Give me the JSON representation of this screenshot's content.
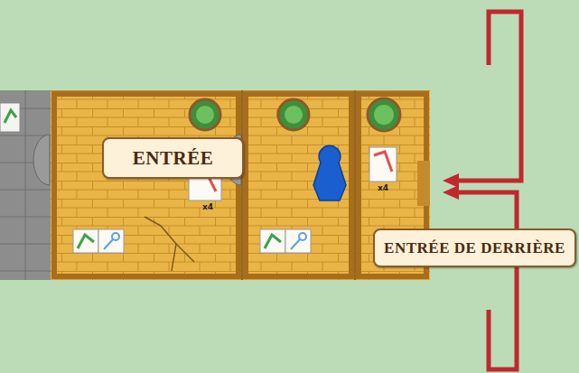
{
  "diagram": {
    "nodes": [
      {
        "text": [
          "ENTRÉE"
        ]
      },
      {
        "text": [
          "ENTRÉE DE DERRIÈRE"
        ]
      }
    ],
    "labels": [
      "x4",
      "x4"
    ]
  }
}
